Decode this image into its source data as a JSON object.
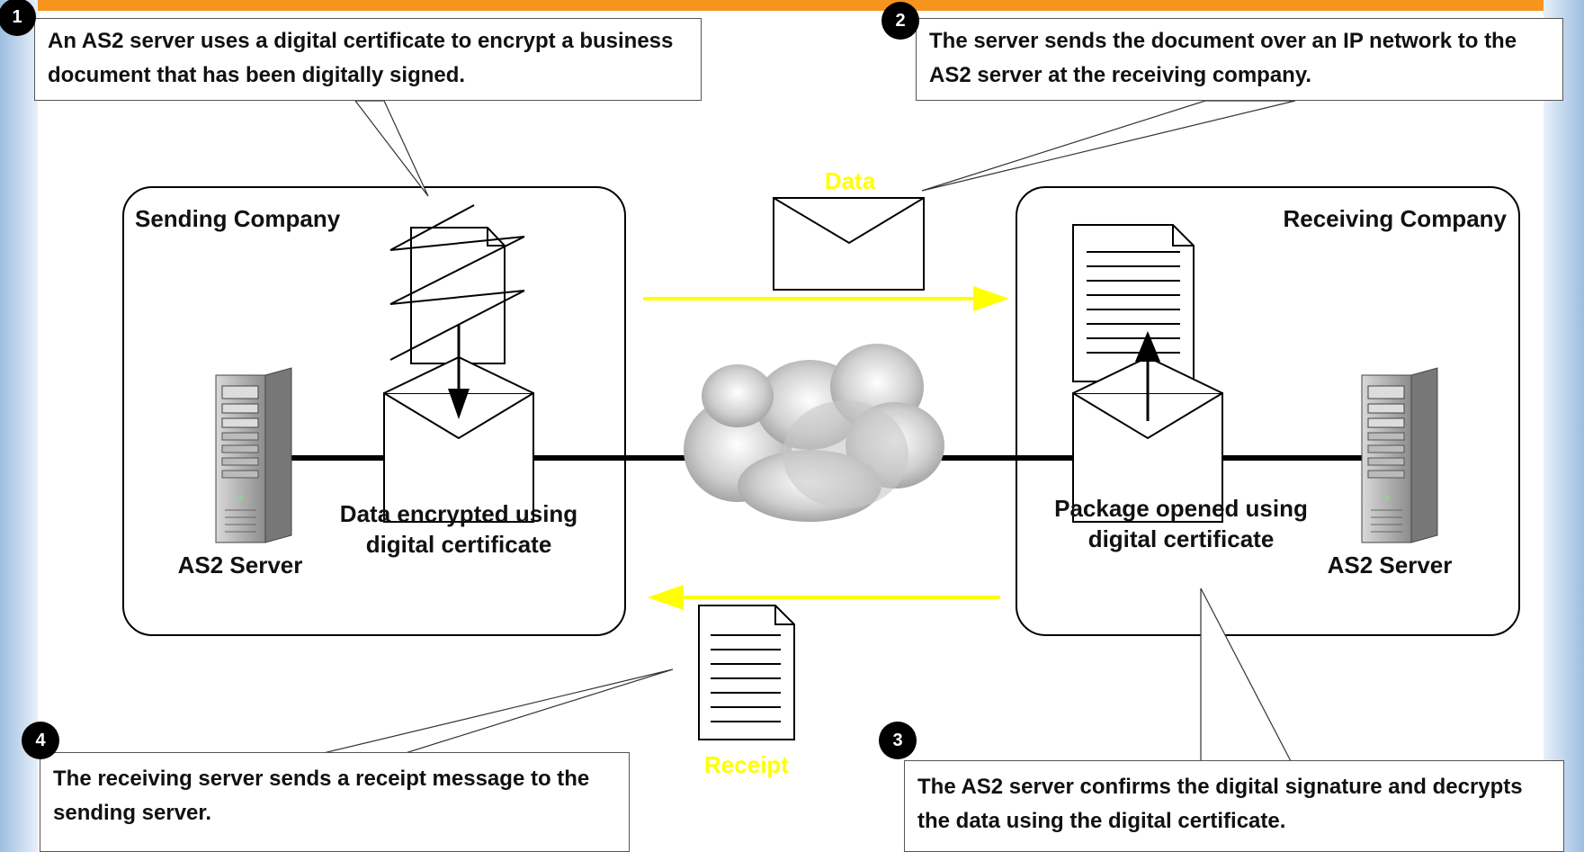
{
  "steps": [
    {
      "number": "1",
      "text": "An AS2 server uses a digital certificate to encrypt a business document that has been digitally signed."
    },
    {
      "number": "2",
      "text": "The server sends the document over an IP network to the AS2 server at the receiving company."
    },
    {
      "number": "3",
      "text": "The AS2 server confirms the digital signature and decrypts the data using the digital certificate."
    },
    {
      "number": "4",
      "text": "The receiving server sends a receipt message to the sending server."
    }
  ],
  "sending": {
    "title": "Sending Company",
    "server_label": "AS2 Server",
    "envelope_label": "Data encrypted using digital certificate"
  },
  "receiving": {
    "title": "Receiving Company",
    "server_label": "AS2 Server",
    "envelope_label": "Package opened using digital certificate"
  },
  "flow": {
    "data_label": "Data",
    "receipt_label": "Receipt"
  },
  "colors": {
    "banner": "#F7941D",
    "arrow": "#FFFF00",
    "flow_text": "#FFFF00",
    "background_tint": "#BFD3EA"
  },
  "icons": [
    "server-icon",
    "document-icon",
    "envelope-icon",
    "cloud-icon",
    "arrow-icon"
  ]
}
